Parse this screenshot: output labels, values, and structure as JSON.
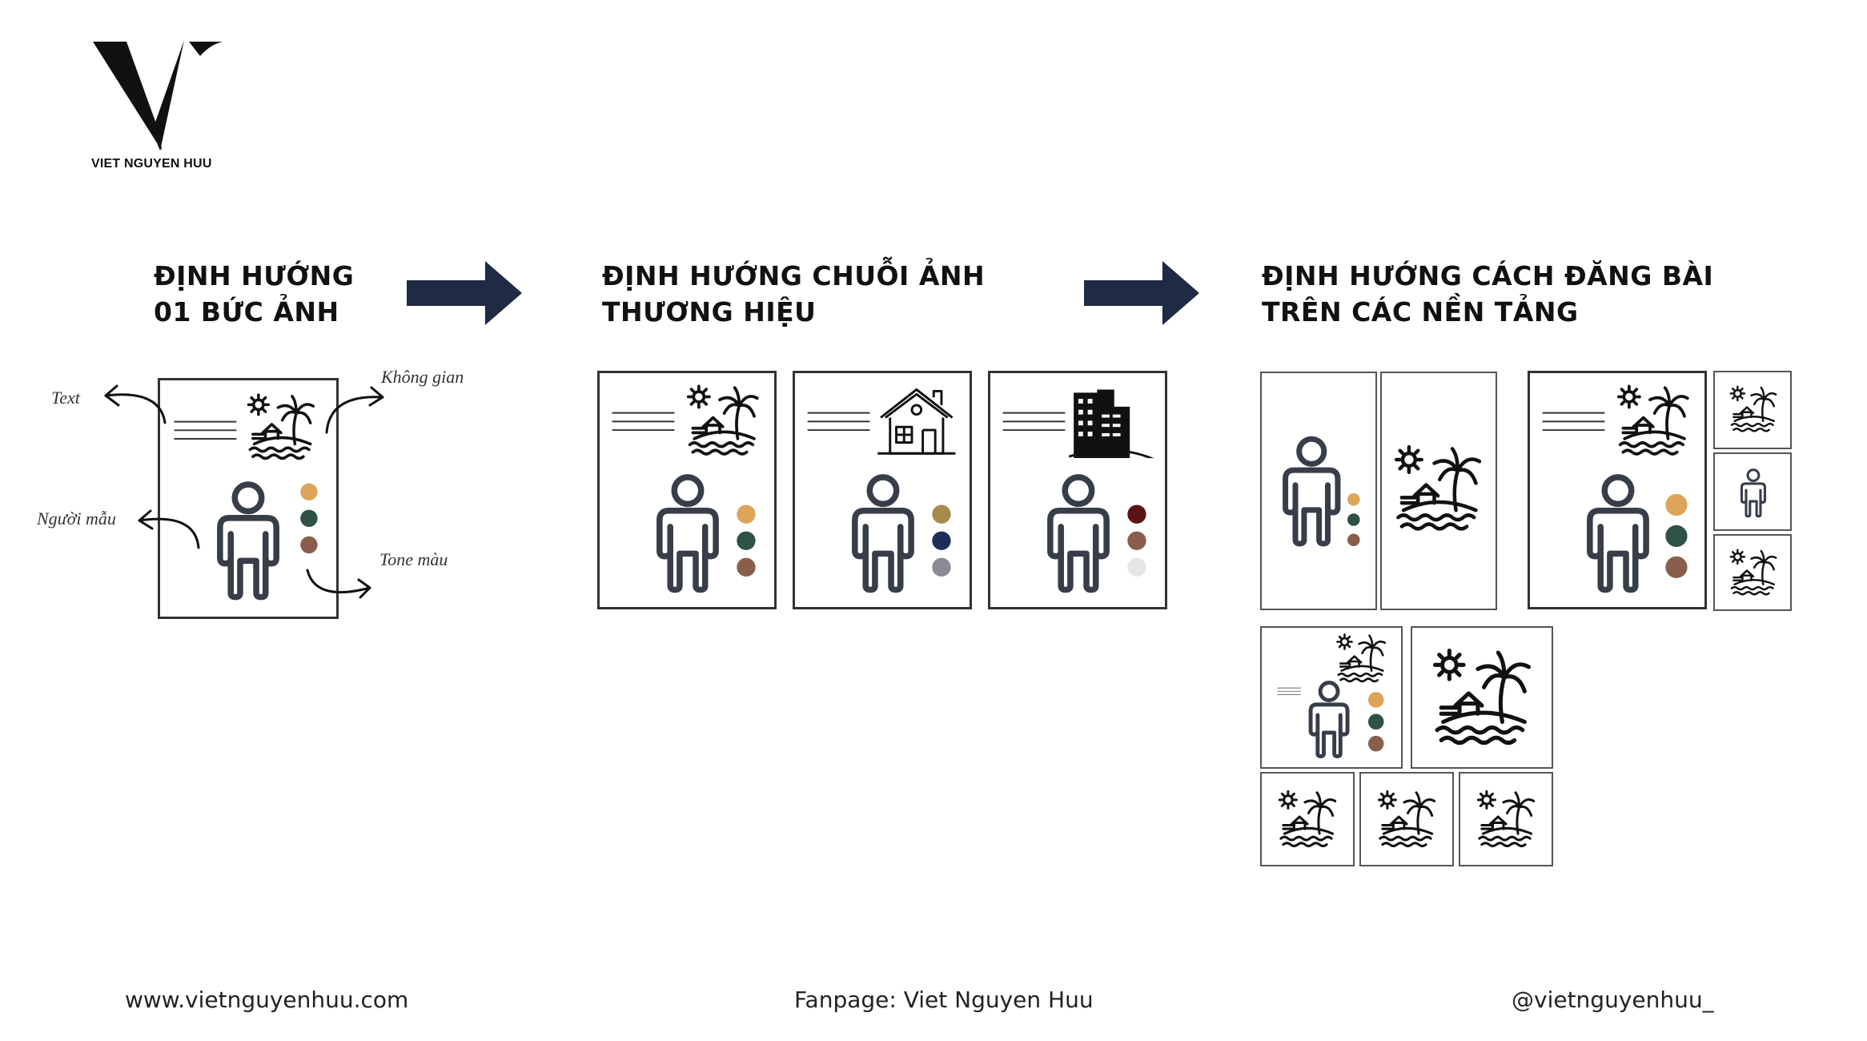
{
  "brand": {
    "name": "VIET NGUYEN HUU",
    "logo_letter": "V"
  },
  "steps": [
    {
      "line1": "ĐỊNH HƯỚNG",
      "line2": "01 BỨC ẢNH"
    },
    {
      "line1": "ĐỊNH HƯỚNG CHUỖI ẢNH",
      "line2": "THƯƠNG HIỆU"
    },
    {
      "line1": "ĐỊNH HƯỚNG CÁCH ĐĂNG BÀI",
      "line2": "TRÊN CÁC NỀN TẢNG"
    }
  ],
  "annotations": {
    "text": "Text",
    "space": "Không gian",
    "model": "Người mẫu",
    "tone": "Tone màu"
  },
  "palettes": {
    "warm": [
      "#DDA55A",
      "#2E5244",
      "#8A5E4C"
    ],
    "navy": [
      "#A88A4C",
      "#1E2D5A",
      "#8A8A92"
    ],
    "dark": [
      "#5A1414",
      "#8A5E4C",
      "#E6E6E6"
    ]
  },
  "colors": {
    "arrow": "#1F2A44",
    "person_stroke": "#383D4A",
    "icon_stroke": "#111111"
  },
  "icons": [
    "sun-icon",
    "palm-island-icon",
    "house-icon",
    "building-icon",
    "person-icon",
    "arrow-right-icon",
    "text-lines-icon",
    "color-dot-icon"
  ],
  "footer": {
    "website": "www.vietnguyenhuu.com",
    "fanpage": "Fanpage: Viet Nguyen Huu",
    "handle": "@vietnguyenhuu_"
  }
}
